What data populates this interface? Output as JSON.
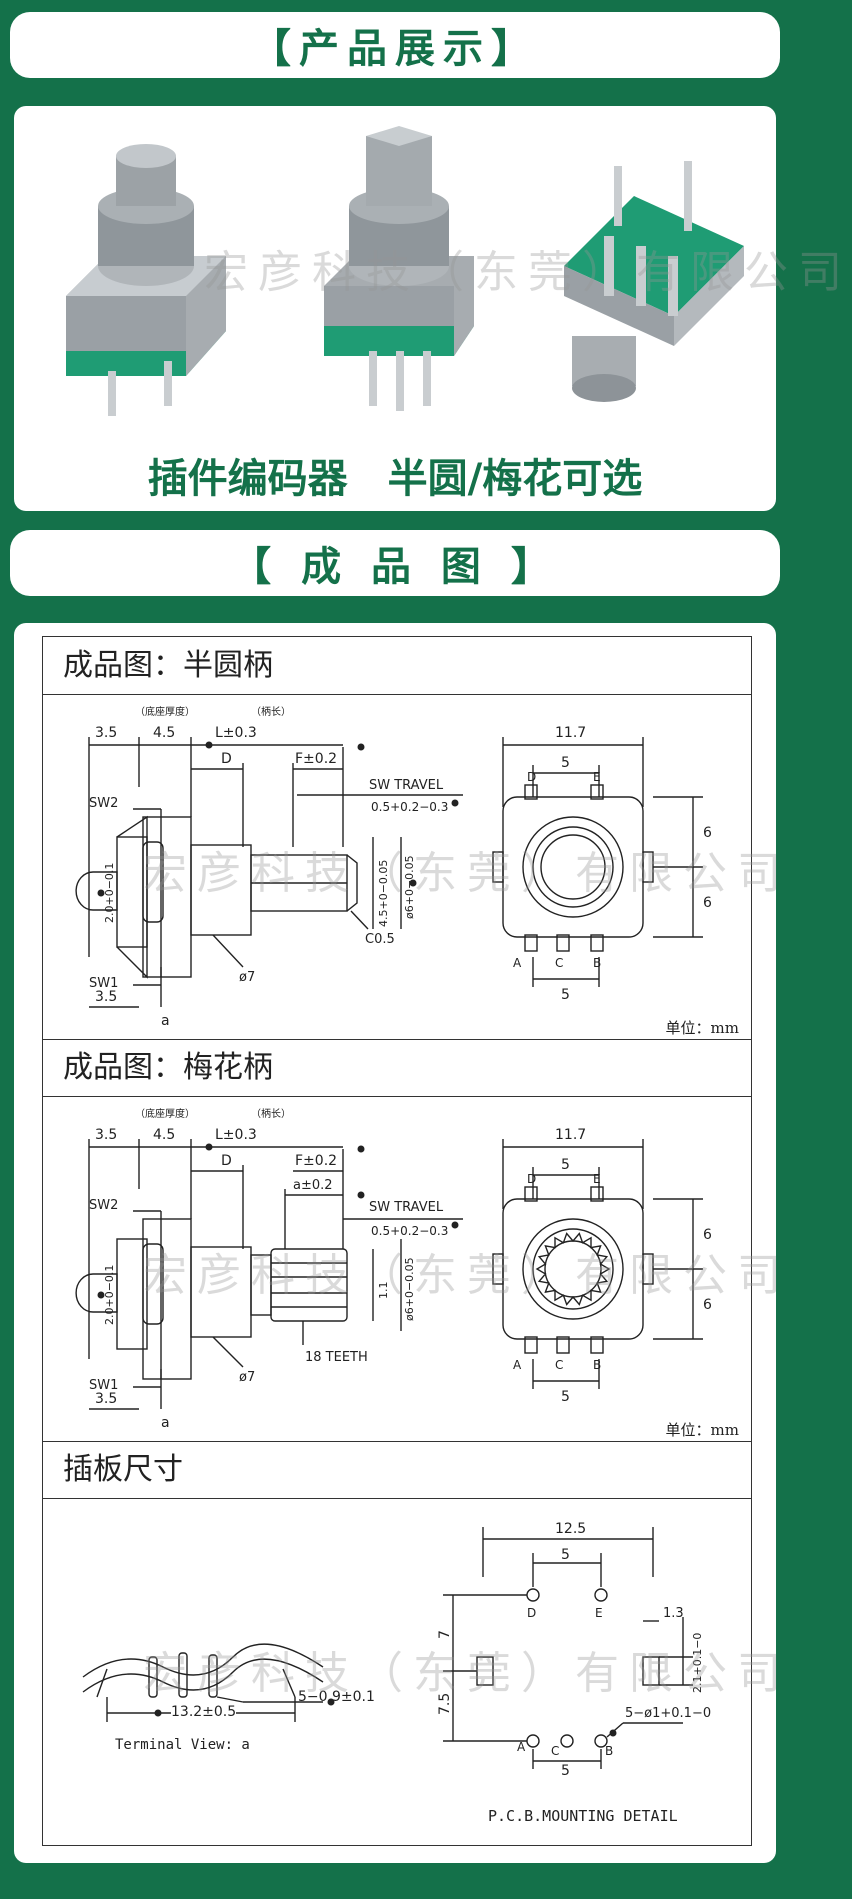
{
  "banners": {
    "product_display": "【产品展示】",
    "finished_drawing": "【 成 品 图 】"
  },
  "tagline": "插件编码器　半圆/梅花可选",
  "watermark": "宏彦科技（东莞）有限公司",
  "colors": {
    "brand_green": "#14714a",
    "pin_green": "#1f9c74",
    "metal": "#9aa0a5"
  },
  "sections": {
    "half_round": "成品图：半圆柄",
    "plum": "成品图：梅花柄",
    "pcb": "插板尺寸"
  },
  "unit": "单位：mm",
  "dims": {
    "d35": "3.5",
    "d45": "4.5",
    "base_thickness": "（底座厚度）",
    "handle_length": "（柄长）",
    "L": "L±0.3",
    "D": "D",
    "F": "F±0.2",
    "a02": "a±0.2",
    "sw_travel": "SW TRAVEL",
    "travel_val": "0.5+0.2−0.3",
    "sw1": "SW1",
    "sw2": "SW2",
    "d20": "2.0+0−0.1",
    "phi7": "ø7",
    "c05": "C0.5",
    "d45b": "4.5+0−0.05",
    "phi6": "ø6+0−0.05",
    "a": "a",
    "d117": "11.7",
    "d5": "5",
    "d6": "6",
    "pin_D": "D",
    "pin_E": "E",
    "pin_A": "A",
    "pin_C": "C",
    "pin_B": "B",
    "teeth": "18 TEETH",
    "d11": "1.1",
    "d125": "12.5",
    "d7": "7",
    "d75": "7.5",
    "d13": "1.3",
    "d21": "2.1+0.1−0",
    "d132": "13.2±0.5",
    "pin09": "5−0.9±0.1",
    "phi1": "5−ø1+0.1−0",
    "terminal_view": "Terminal View: a",
    "pcb_detail": "P.C.B.MOUNTING DETAIL"
  }
}
